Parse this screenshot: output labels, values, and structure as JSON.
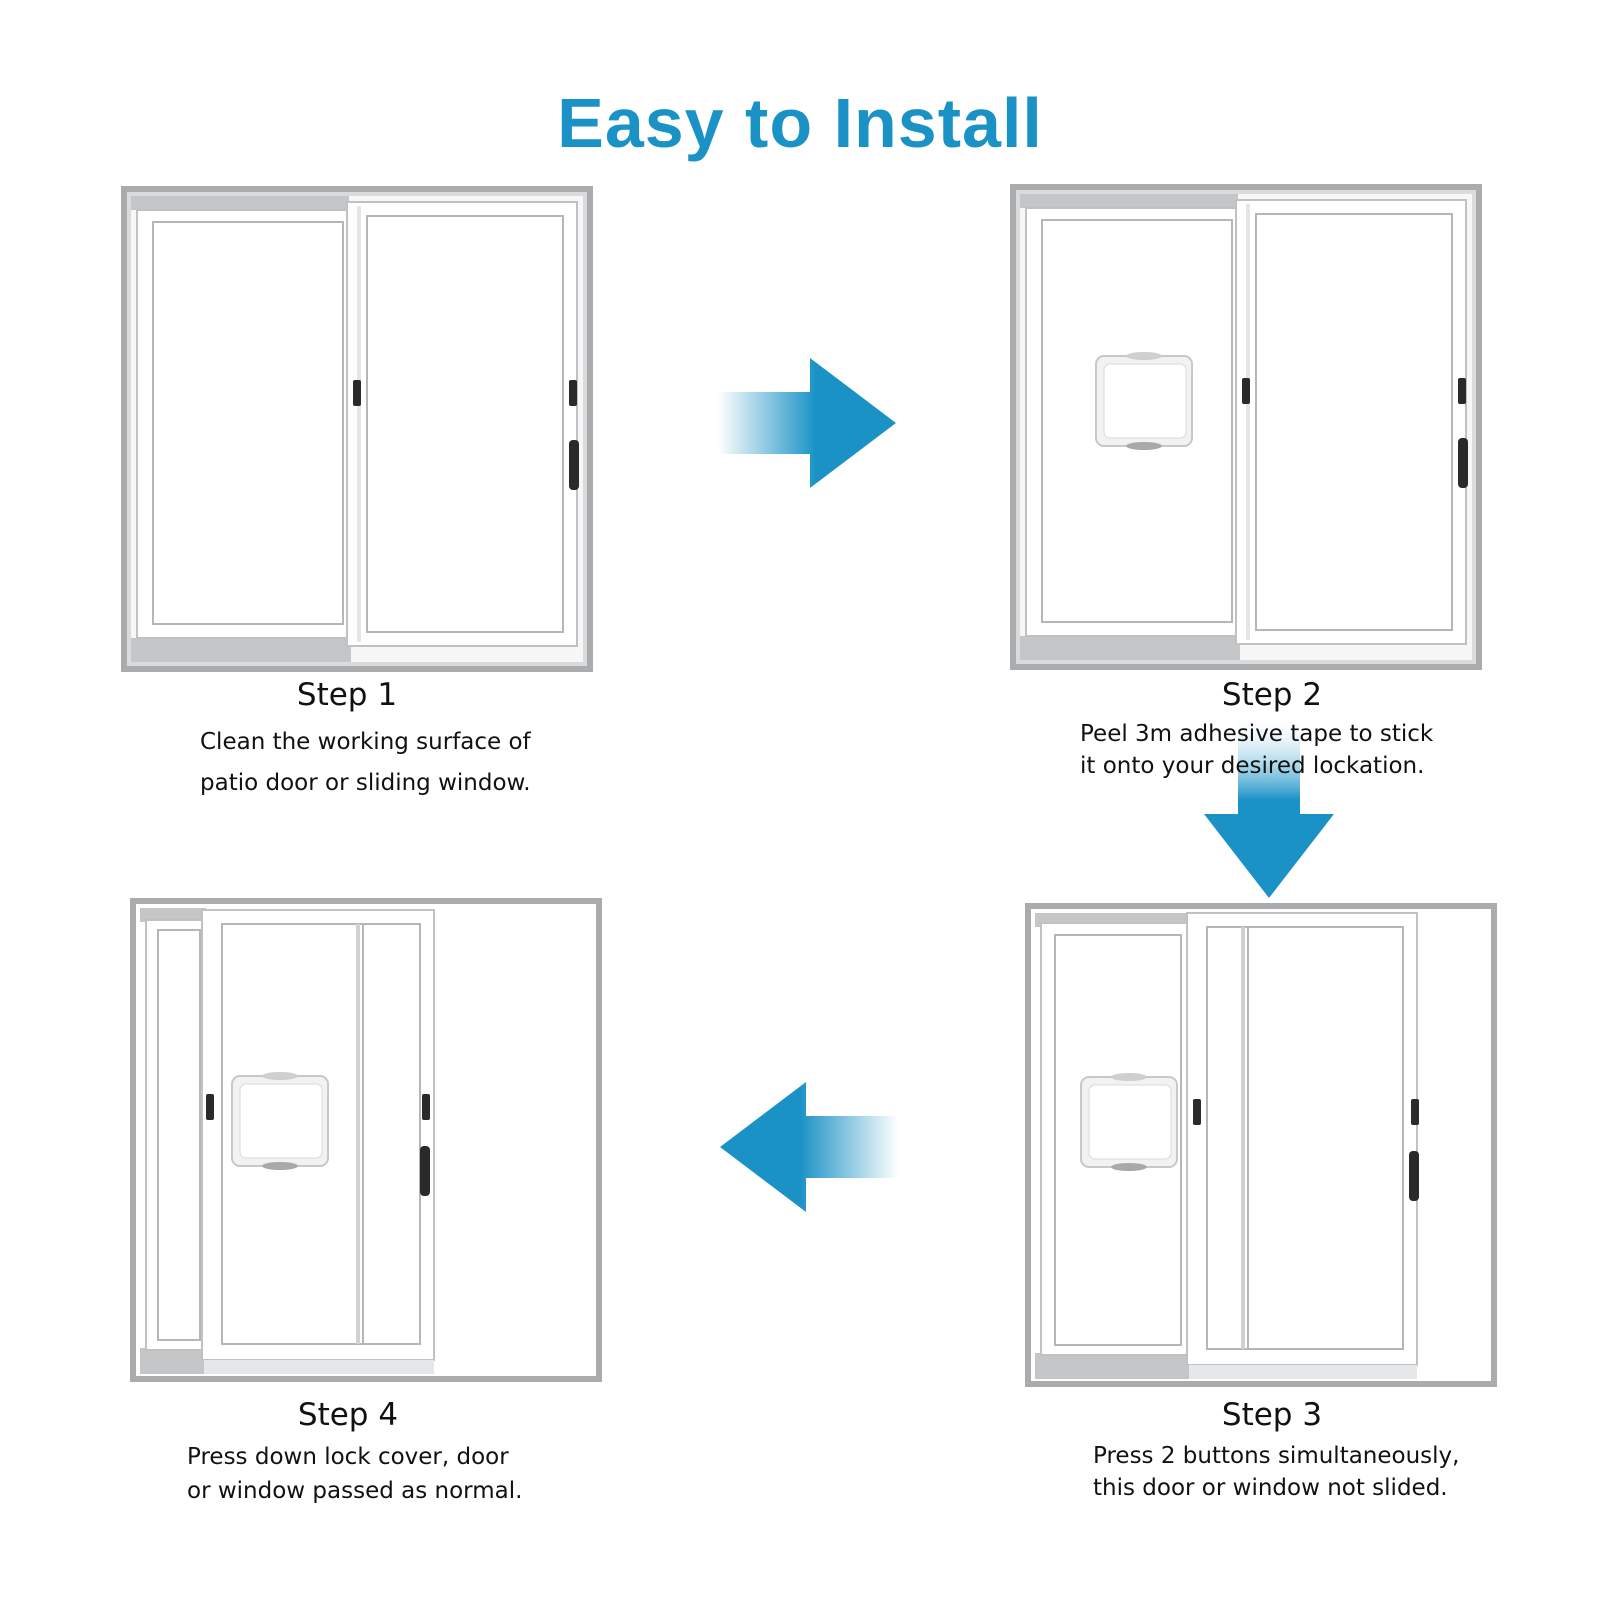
{
  "title": "Easy to Install",
  "colors": {
    "accent": "#1a92c6",
    "frame": "#a9abad",
    "frame_light": "#eceeef",
    "handle": "#2a2a2a"
  },
  "steps": [
    {
      "title": "Step 1",
      "lines": [
        "Clean the working surface of",
        "patio door or sliding window."
      ]
    },
    {
      "title": "Step 2",
      "lines": [
        "Peel 3m adhesive tape to stick",
        "it onto your desired lockation."
      ]
    },
    {
      "title": "Step 3",
      "lines": [
        "Press 2 buttons simultaneously,",
        "this door or window not slided."
      ]
    },
    {
      "title": "Step 4",
      "lines": [
        "Press down lock cover, door",
        "or window passed as normal."
      ]
    }
  ],
  "icons": {
    "arrow_right": "arrow-right-icon",
    "arrow_down": "arrow-down-icon",
    "arrow_left": "arrow-left-icon"
  }
}
